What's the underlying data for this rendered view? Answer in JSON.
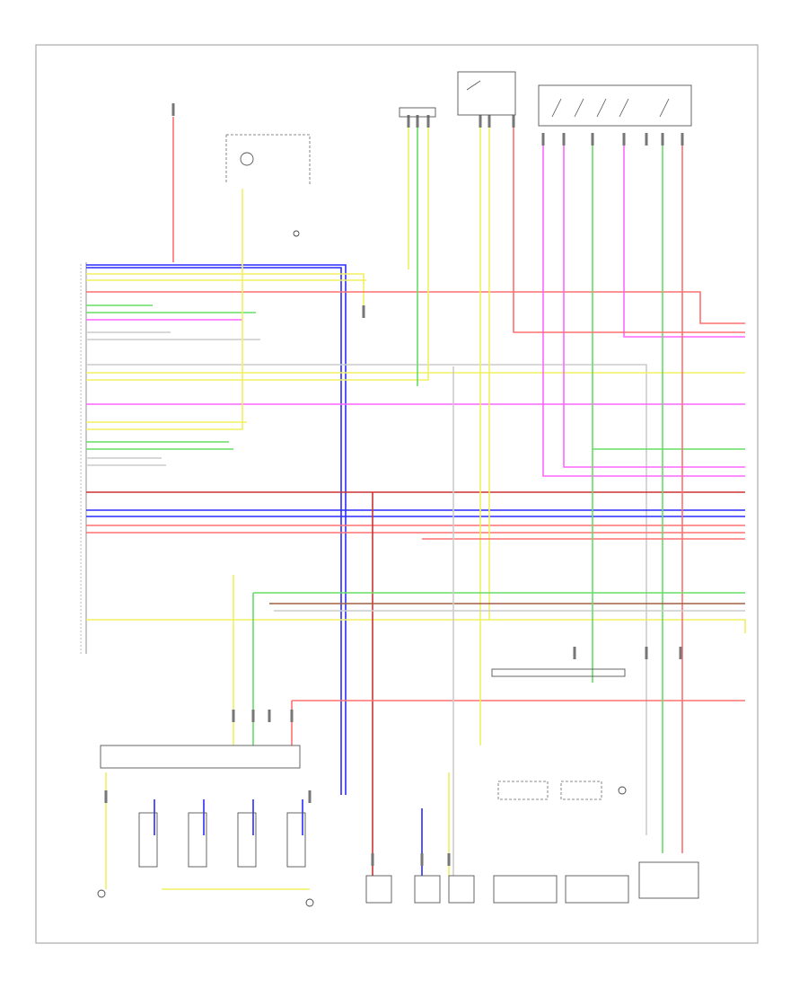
{
  "page_label": "",
  "colors": {
    "red": "#ff7070",
    "blue": "#2c2cff",
    "yellow": "#f0f060",
    "green": "#66dd66",
    "pink": "#ff66ff",
    "brown": "#a06040",
    "gray": "#cccccc",
    "dark_red": "#cc3333",
    "white": "#e6e6e6"
  },
  "components": [
    {
      "id": "engine-control-module",
      "label": ""
    },
    {
      "id": "instrument-cluster",
      "label": ""
    },
    {
      "id": "starter-relay",
      "label": ""
    },
    {
      "id": "fuse-box-relay-panel",
      "label": ""
    },
    {
      "id": "ignition-coils-spark-plugs",
      "label": ""
    },
    {
      "id": "oxygen-sensors",
      "label": ""
    },
    {
      "id": "mass-air-flow-sensor",
      "label": ""
    }
  ],
  "wire_labels": {
    "left": [],
    "right": []
  }
}
